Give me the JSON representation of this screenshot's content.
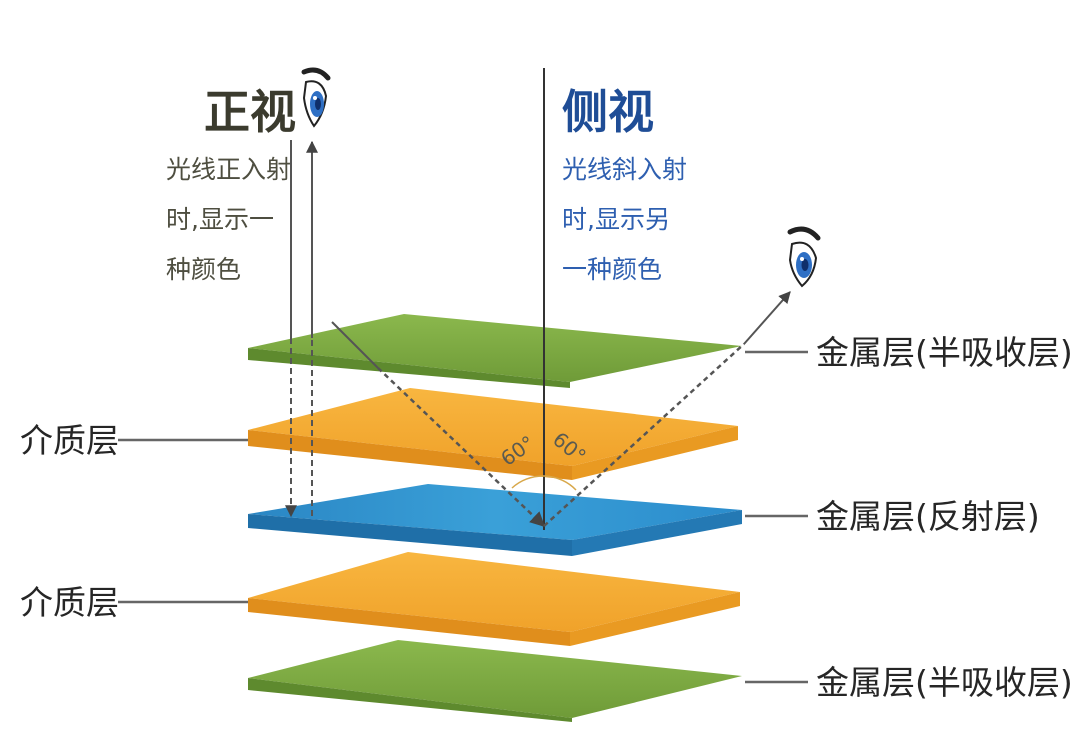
{
  "front_view": {
    "title": "正视",
    "desc_lines": [
      "光线正入射",
      "时,显示一",
      "种颜色"
    ]
  },
  "side_view": {
    "title": "侧视",
    "desc_lines": [
      "光线斜入射",
      "时,显示另",
      "一种颜色"
    ]
  },
  "layer_labels": {
    "top_metal": "金属层(半吸收层)",
    "upper_dielectric": "介质层",
    "reflective_metal": "金属层(反射层)",
    "lower_dielectric": "介质层",
    "bottom_metal": "金属层(半吸收层)"
  },
  "angles": {
    "incident": "60°",
    "reflected": "60°"
  },
  "colors": {
    "metal_absorber": "#7fa943",
    "dielectric": "#f6ac32",
    "reflector": "#2f93cf",
    "eye_iris": "#2e6fc4"
  },
  "icons": {
    "viewer_front": "eye-icon",
    "viewer_side": "eye-icon"
  }
}
